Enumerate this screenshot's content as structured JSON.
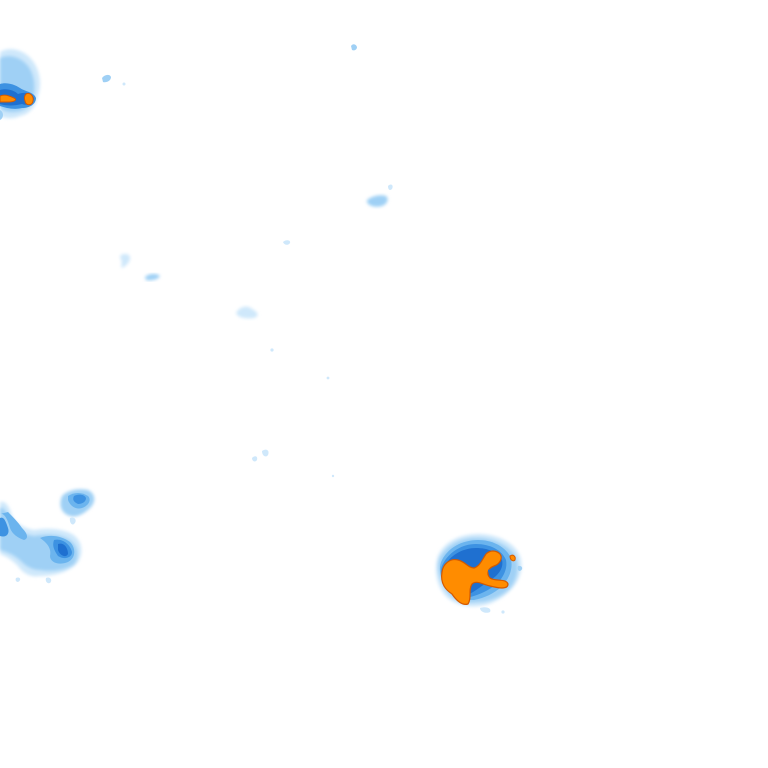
{
  "map": {
    "background_color": "#ffffff",
    "colors": {
      "very_light": "#cfe8fb",
      "light": "#9fd0f5",
      "medium_light": "#6bb4ee",
      "medium": "#3d92e2",
      "dark": "#1f70d0",
      "core_outline": "#d45a00",
      "core": "#ff8c00"
    },
    "echoes": [
      {
        "name": "echo-top-left-storm",
        "intensity": "heavy"
      },
      {
        "name": "echo-top-left-speck",
        "intensity": "very_light"
      },
      {
        "name": "echo-top-center-speck",
        "intensity": "very_light"
      },
      {
        "name": "echo-upper-middle-patch",
        "intensity": "light"
      },
      {
        "name": "echo-mid-left-patch-1",
        "intensity": "very_light"
      },
      {
        "name": "echo-mid-left-patch-2",
        "intensity": "very_light"
      },
      {
        "name": "echo-center-speck-1",
        "intensity": "very_light"
      },
      {
        "name": "echo-center-patch",
        "intensity": "very_light"
      },
      {
        "name": "echo-center-speck-2",
        "intensity": "very_light"
      },
      {
        "name": "echo-center-speck-3",
        "intensity": "very_light"
      },
      {
        "name": "echo-lower-center-specks",
        "intensity": "very_light"
      },
      {
        "name": "echo-bottom-left-band",
        "intensity": "moderate"
      },
      {
        "name": "echo-bottom-left-small-cell",
        "intensity": "moderate"
      },
      {
        "name": "echo-bottom-right-storm",
        "intensity": "heavy"
      }
    ]
  }
}
